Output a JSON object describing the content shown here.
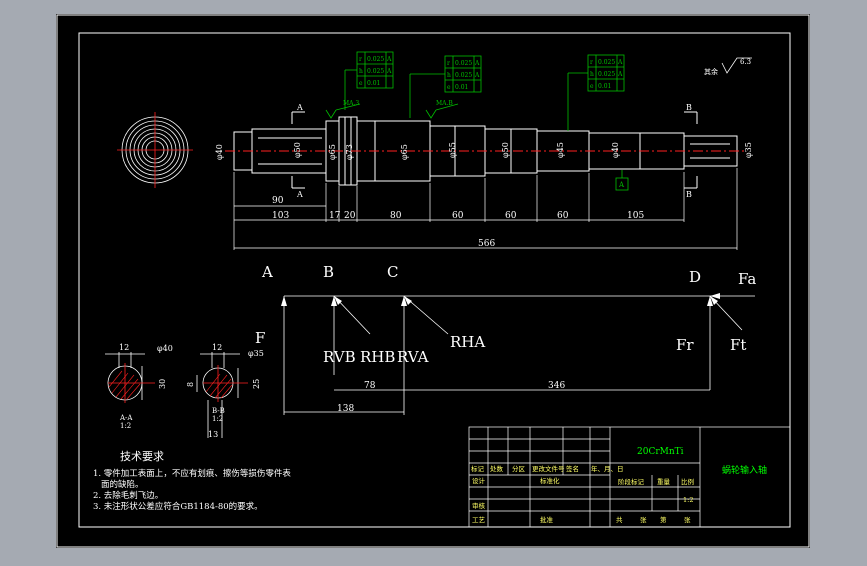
{
  "colors": {
    "frame_bg": "#a5aab2",
    "sheet": "#000000",
    "line": "#ffffff",
    "dim": "#ffffff",
    "green": "#00c000",
    "red": "#ff2020",
    "tb_green": "#00ff00",
    "tb_yellow": "#ffff66"
  },
  "shaft": {
    "diameters": [
      "φ40",
      "φ50",
      "φ65",
      "φ73",
      "φ65",
      "φ55",
      "φ50",
      "φ45",
      "φ40",
      "φ35"
    ],
    "lengths_top": [
      "90"
    ],
    "lengths_bottom": [
      "103",
      "17",
      "20",
      "80",
      "60",
      "60",
      "60",
      "105"
    ],
    "total_length": "566",
    "section_labels": [
      "A",
      "A",
      "B",
      "B"
    ],
    "datum_labels": [
      "MA.3",
      "MA.B"
    ],
    "roughness_note": "其余",
    "roughness_value": "6.3",
    "tol_left": [
      [
        "r",
        "0.025",
        "A"
      ],
      [
        "h",
        "0.025",
        "A"
      ],
      [
        "e",
        "0.01",
        ""
      ]
    ],
    "tol_mid": [
      [
        "r",
        "0.025",
        "A"
      ],
      [
        "h",
        "0.025",
        "A"
      ],
      [
        "e",
        "0.01",
        ""
      ]
    ],
    "tol_right": [
      [
        "r",
        "0.025",
        "A"
      ],
      [
        "h",
        "0.025",
        "A"
      ],
      [
        "e",
        "0.01",
        ""
      ]
    ],
    "datum_flag": "A"
  },
  "force": {
    "points": [
      "A",
      "B",
      "C",
      "D"
    ],
    "fa": "Fa",
    "ft": "Ft",
    "fr": "Fr",
    "rvb": "RVB",
    "rhb": "RHB",
    "rva": "RVA",
    "rha": "RHA",
    "f_label": "F",
    "dims": [
      "78",
      "346",
      "138"
    ]
  },
  "sections": {
    "left": {
      "width": "12",
      "dia": "φ40",
      "depth": "30",
      "label": "A-A",
      "scale": "1:2"
    },
    "right": {
      "width": "12",
      "dia": "φ35",
      "depth": "25",
      "side": "8",
      "bottom": "13",
      "label": "B-B",
      "scale": "1:2"
    }
  },
  "notes": {
    "title": "技术要求",
    "line1": "1. 零件加工表面上，不应有划痕、擦伤等损伤零件表",
    "line1b": "面的缺陷。",
    "line2": "2. 去除毛刺飞边。",
    "line3": "3. 未注形状公差应符合GB1184-80的要求。"
  },
  "title_block": {
    "material": "20CrMnTi",
    "part_name": "蜗轮输入轴",
    "scale": "1:2",
    "row_labels": [
      "标记",
      "处数",
      "分区",
      "更改文件号",
      "签名",
      "年、月、日"
    ],
    "design": "设计",
    "standard": "标准化",
    "check": "审核",
    "process": "工艺",
    "approve": "批准",
    "stage": "阶段标记",
    "weight": "重量",
    "ratio": "比例",
    "total": "共",
    "sheet": "张",
    "page": "第"
  }
}
